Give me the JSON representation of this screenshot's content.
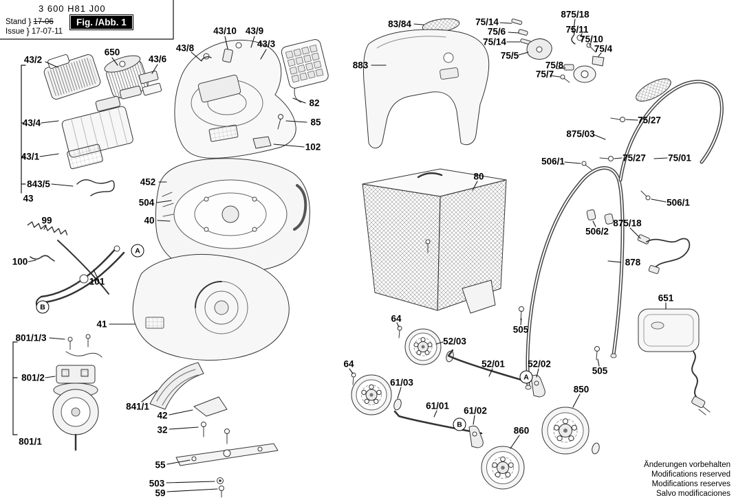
{
  "header": {
    "part_number": "3 600 H81 J00",
    "stand_label": "Stand",
    "issue_label": "Issue",
    "brace": "}",
    "stand_value": "17-06",
    "issue_value": "17-07-11",
    "figure_label": "Fig. /Abb. 1"
  },
  "parts": [
    "43/2",
    "650",
    "43/6",
    "43/8",
    "43/10",
    "43/9",
    "43/3",
    "83/84",
    "883",
    "75/14",
    "75/6",
    "75/14",
    "875/18",
    "75/11",
    "75/10",
    "75/4",
    "75/5",
    "75/8",
    "75/7",
    "43/4",
    "43/1",
    "843/5",
    "43",
    "452",
    "504",
    "40",
    "82",
    "85",
    "102",
    "80",
    "875/03",
    "506/1",
    "75/27",
    "75/27",
    "75/01",
    "506/1",
    "506/2",
    "875/18",
    "878",
    "99",
    "100",
    "101",
    "41",
    "801/1/3",
    "801/2",
    "801/1",
    "841/1",
    "42",
    "32",
    "55",
    "503",
    "59",
    "64",
    "52/03",
    "64",
    "61/03",
    "52/01",
    "52/02",
    "850",
    "61/01",
    "61/02",
    "860",
    "505",
    "505",
    "651"
  ],
  "callouts": [
    "A",
    "B",
    "A",
    "B"
  ],
  "footer": {
    "notes": [
      "Änderungen vorbehalten",
      "Modifications reserved",
      "Modifications reserves",
      "Salvo modificaciones"
    ]
  }
}
